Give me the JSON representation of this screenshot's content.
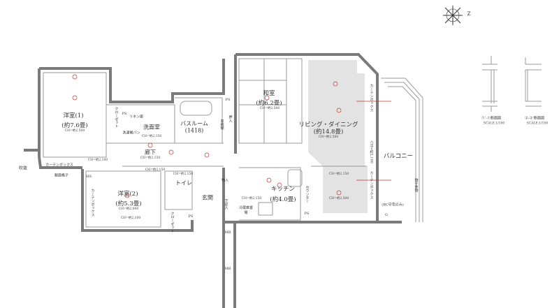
{
  "compass": {
    "north_label": "Z"
  },
  "rooms": {
    "western1": {
      "name": "洋室(1)",
      "size": "(約7.6畳)",
      "ch": "CH=約2,500",
      "ch_side": "CH=約2,100"
    },
    "western2": {
      "name": "洋室(2)",
      "size": "(約5.3畳)",
      "ch": "CH=約2,000",
      "ch2": "CH=約2,100"
    },
    "washroom": {
      "name": "洗面室",
      "ch": "CH=約2,150"
    },
    "bathroom": {
      "name": "バスルーム",
      "size": "(1418)"
    },
    "corridor": {
      "name": "廊下",
      "ch": "CH=約2,150",
      "ch2": "CH=約2,100",
      "ch3": "CH=約2,150"
    },
    "toilet": {
      "name": "トイレ",
      "ch": "CH=約2,150"
    },
    "entrance": {
      "name": "玄関"
    },
    "japanese": {
      "name": "和室",
      "size": "(約6.2畳)",
      "ch": "CH=約2,500"
    },
    "living": {
      "name": "リビング・ダイニング",
      "size": "(約14.8畳)",
      "ch": "CH=約2,500",
      "ch2": "CH=約2,150",
      "ch3": "CH=約2,500"
    },
    "kitchen": {
      "name": "キッチン",
      "size": "(約4.0畳)",
      "ch": "CH=約2,150"
    },
    "balcony": {
      "name": "バルコニー"
    }
  },
  "fixtures": {
    "closet": "クローゼット",
    "ps": "PS",
    "linen": "リネン庫",
    "washer": "洗濯機パン",
    "storage": "物入",
    "shoe": "下足入",
    "mb": "MB",
    "counter": "カウンター",
    "fridge": "冷蔵庫置場",
    "oshiire": "押入",
    "shelf": "収納棚",
    "curtain_box": "カーテンボックス",
    "void": "吹抜",
    "lattice": "鏡面格子",
    "hs": "HS",
    "hanger": "物干金物",
    "gas": "G",
    "ac_note": "(RC守宅のみ)",
    "curtain_box_ch": "CH=約2,100"
  },
  "sections": [
    {
      "title": "①'-①断面図",
      "scale": "SCALE:1/100"
    },
    {
      "title": "②-②'断面図",
      "scale": "SCALE:1/100"
    }
  ]
}
